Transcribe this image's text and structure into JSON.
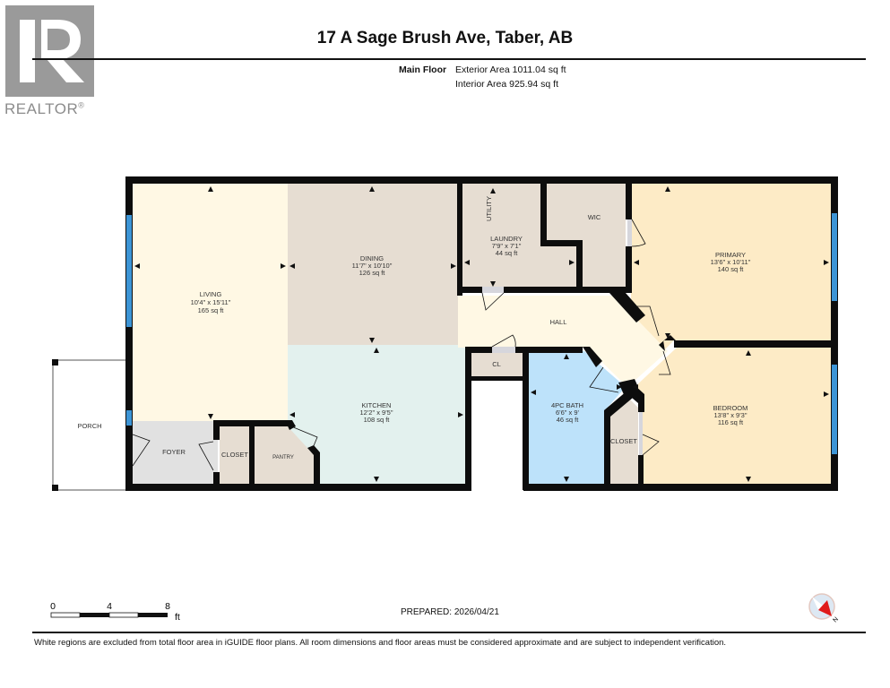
{
  "header": {
    "logo_brand": "REALTOR",
    "logo_mark": "®",
    "title": "17 A Sage Brush Ave, Taber, AB",
    "floor_name": "Main Floor",
    "exterior_area": "Exterior Area 1011.04 sq ft",
    "interior_area": "Interior Area 925.94 sq ft"
  },
  "rooms": {
    "living": {
      "name": "LIVING",
      "dims": "10'4\" x 15'11\"",
      "area": "165 sq ft",
      "color": "#fff8e4"
    },
    "dining": {
      "name": "DINING",
      "dims": "11'7\" x 10'10\"",
      "area": "126 sq ft",
      "color": "#e6ddd2"
    },
    "laundry": {
      "name": "LAUNDRY",
      "dims": "7'9\" x 7'1\"",
      "area": "44 sq ft",
      "color": "#e6ddd2"
    },
    "utility": {
      "name": "UTILITY"
    },
    "wic": {
      "name": "WIC",
      "color": "#e6ddd2"
    },
    "primary": {
      "name": "PRIMARY",
      "dims": "13'6\" x 10'11\"",
      "area": "140 sq ft",
      "color": "#fdebc6"
    },
    "hall": {
      "name": "HALL",
      "color": "#fff8e4"
    },
    "cl": {
      "name": "CL",
      "color": "#e6ddd2"
    },
    "kitchen": {
      "name": "KITCHEN",
      "dims": "12'2\" x 9'5\"",
      "area": "108 sq ft",
      "color": "#e3f1ee"
    },
    "bath": {
      "name": "4PC BATH",
      "dims": "6'6\" x 9'",
      "area": "46 sq ft",
      "color": "#bde2fa"
    },
    "closet_bed": {
      "name": "CLOSET",
      "color": "#e6ddd2"
    },
    "bedroom": {
      "name": "BEDROOM",
      "dims": "13'8\" x 9'3\"",
      "area": "116 sq ft",
      "color": "#fdebc6"
    },
    "porch": {
      "name": "PORCH",
      "color": "#ffffff"
    },
    "foyer": {
      "name": "FOYER",
      "color": "#e1e1e1"
    },
    "closet_foyer": {
      "name": "CLOSET",
      "color": "#e6ddd2"
    },
    "pantry": {
      "name": "PANTRY",
      "color": "#e6ddd2"
    }
  },
  "colors": {
    "wall": "#0d0d0d",
    "window": "#3d95d6",
    "door_opening": "#d6d6dc"
  },
  "scale_bar": {
    "ticks": [
      "0",
      "4",
      "8"
    ],
    "unit": "ft"
  },
  "footer": {
    "prepared": "PREPARED: 2026/04/21",
    "compass_label": "N",
    "disclaimer": "White regions are excluded from total floor area in iGUIDE floor plans. All room dimensions and floor areas must be considered approximate and are subject to independent verification."
  }
}
